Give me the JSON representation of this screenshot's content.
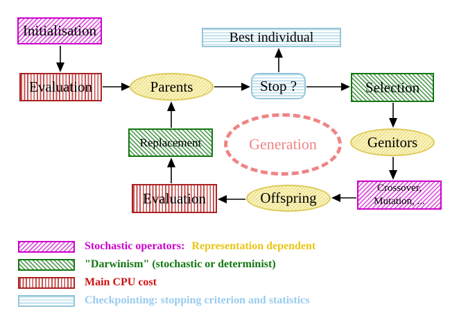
{
  "nodes": {
    "initialisation": "Initialisation",
    "evaluation_top": "Evaluation",
    "parents": "Parents",
    "best_individual": "Best individual",
    "stop": "Stop ?",
    "selection": "Selection",
    "replacement": "Replacement",
    "generation": "Generation",
    "genitors": "Genitors",
    "evaluation_bottom": "Evaluation",
    "offspring": "Offspring",
    "crossover_line1": "Crossover,",
    "crossover_line2": "Mutation, ..."
  },
  "legend": {
    "items": [
      {
        "swatch_icon": "magenta-diagonal-hatch-swatch",
        "label": "Stochastic operators:",
        "label_color": "#cc00cc",
        "suffix": "Representation dependent",
        "suffix_color": "#e8c616"
      },
      {
        "swatch_icon": "green-diagonal-hatch-swatch",
        "label": "\"Darwinism\" (stochastic or determinist)",
        "label_color": "#117711"
      },
      {
        "swatch_icon": "red-vertical-stripe-swatch",
        "label": "Main CPU cost",
        "label_color": "#cc1111"
      },
      {
        "swatch_icon": "cyan-horizontal-stripe-swatch",
        "label": "Checkpointing: stopping criterion and statistics",
        "label_color": "#99ccee"
      }
    ]
  },
  "colors": {
    "stochastic_magenta": "#cc00cc",
    "darwinism_green": "#117711",
    "cpu_cost_red": "#bb2222",
    "checkpoint_cyan": "#94c6da",
    "operand_yellow_border": "#dcca58",
    "generation_salmon": "#ee8585",
    "representation_gold": "#e8c616"
  }
}
